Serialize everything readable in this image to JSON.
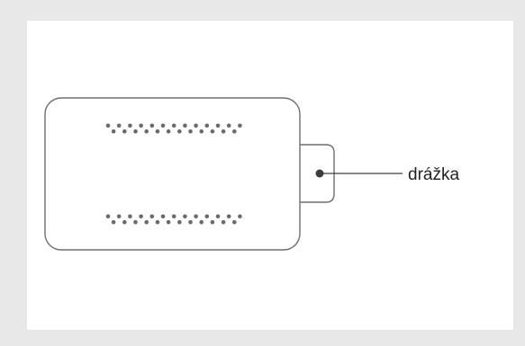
{
  "callout": {
    "label": "drážka"
  },
  "colors": {
    "frame": "#e8e8e8",
    "panel": "#ffffff",
    "outline": "#6e6e6e",
    "dots": "#6a6a6a",
    "pointer": "#3c3c3c"
  },
  "icons": {
    "device": "usb-connector-outline",
    "pins": "contact-dot-rows",
    "marker": "callout-dot"
  }
}
